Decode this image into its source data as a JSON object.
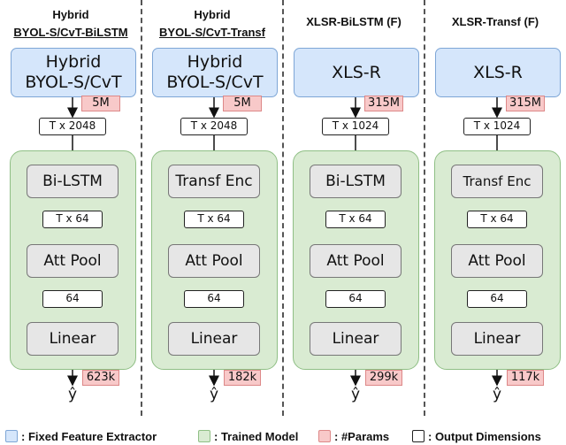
{
  "columns": [
    {
      "title_lines": [
        "Hybrid",
        "BYOL-S/CvT-BiLSTM"
      ],
      "extractor_lines": [
        "Hybrid",
        "BYOL-S/CvT"
      ],
      "extractor_params": "5M",
      "extractor_dim": "T x 2048",
      "seq_layer": "Bi-LSTM",
      "seq_dim": "T x 64",
      "pool_layer": "Att Pool",
      "pool_dim": "64",
      "out_layer": "Linear",
      "model_params": "623k",
      "output": "ŷ"
    },
    {
      "title_lines": [
        "Hybrid",
        "BYOL-S/CvT-Transf"
      ],
      "extractor_lines": [
        "Hybrid",
        "BYOL-S/CvT"
      ],
      "extractor_params": "5M",
      "extractor_dim": "T x 2048",
      "seq_layer": "Transf Enc",
      "seq_dim": "T x 64",
      "pool_layer": "Att Pool",
      "pool_dim": "64",
      "out_layer": "Linear",
      "model_params": "182k",
      "output": "ŷ"
    },
    {
      "title_lines": [
        "XLSR-BiLSTM (F)"
      ],
      "extractor_lines": [
        "XLS-R"
      ],
      "extractor_params": "315M",
      "extractor_dim": "T x 1024",
      "seq_layer": "Bi-LSTM",
      "seq_dim": "T x 64",
      "pool_layer": "Att Pool",
      "pool_dim": "64",
      "out_layer": "Linear",
      "model_params": "299k",
      "output": "ŷ"
    },
    {
      "title_lines": [
        "XLSR-Transf (F)"
      ],
      "extractor_lines": [
        "XLS-R"
      ],
      "extractor_params": "315M",
      "extractor_dim": "T x 1024",
      "seq_layer": "Transf Enc",
      "seq_dim": "T x 64",
      "pool_layer": "Att Pool",
      "pool_dim": "64",
      "out_layer": "Linear",
      "model_params": "117k",
      "output": "ŷ"
    }
  ],
  "legend": {
    "fixed": ": Fixed Feature Extractor",
    "trained": ": Trained Model",
    "params": ": #Params",
    "dims": ": Output Dimensions"
  },
  "colors": {
    "fixed": "#d5e6fb",
    "trained": "#d9ebd2",
    "params": "#f8c9c9",
    "layer": "#e6e6e6"
  }
}
